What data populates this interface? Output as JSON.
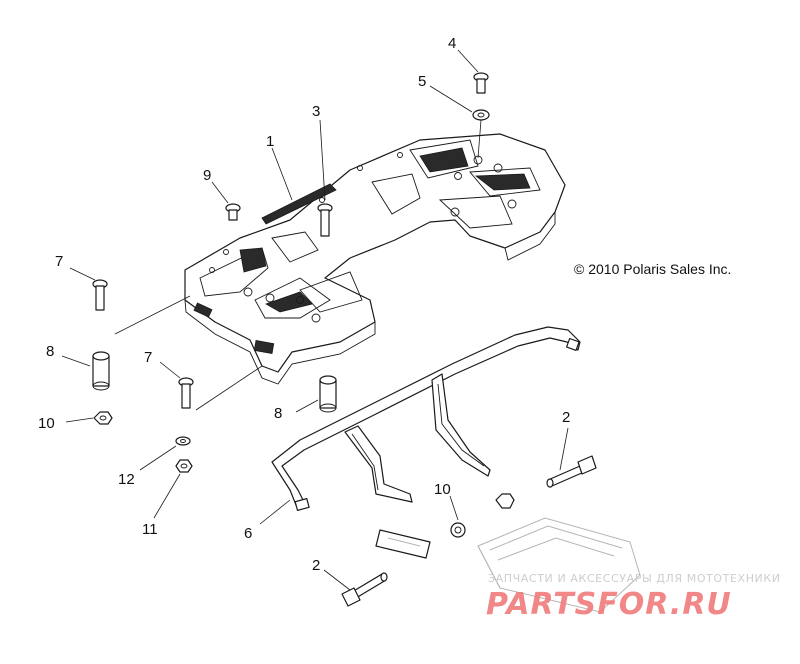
{
  "copyright": "© 2010 Polaris Sales Inc.",
  "watermark": {
    "tagline": "ЗАПЧАСТИ И АКСЕССУАРЫ ДЛЯ МОТОТЕХНИКИ",
    "logo_text": "PARTSFOR.RU",
    "colors": {
      "logo": "#f07b7b",
      "tagline": "#c8c8c8"
    }
  },
  "callouts": [
    {
      "id": "c1",
      "label": "1"
    },
    {
      "id": "c3",
      "label": "3"
    },
    {
      "id": "c4",
      "label": "4"
    },
    {
      "id": "c5",
      "label": "5"
    },
    {
      "id": "c9",
      "label": "9"
    },
    {
      "id": "c7a",
      "label": "7"
    },
    {
      "id": "c8a",
      "label": "8"
    },
    {
      "id": "c7b",
      "label": "7"
    },
    {
      "id": "c10a",
      "label": "10"
    },
    {
      "id": "c8b",
      "label": "8"
    },
    {
      "id": "c12",
      "label": "12"
    },
    {
      "id": "c11",
      "label": "11"
    },
    {
      "id": "c2a",
      "label": "2"
    },
    {
      "id": "c10b",
      "label": "10"
    },
    {
      "id": "c6",
      "label": "6"
    },
    {
      "id": "c2b",
      "label": "2"
    }
  ]
}
